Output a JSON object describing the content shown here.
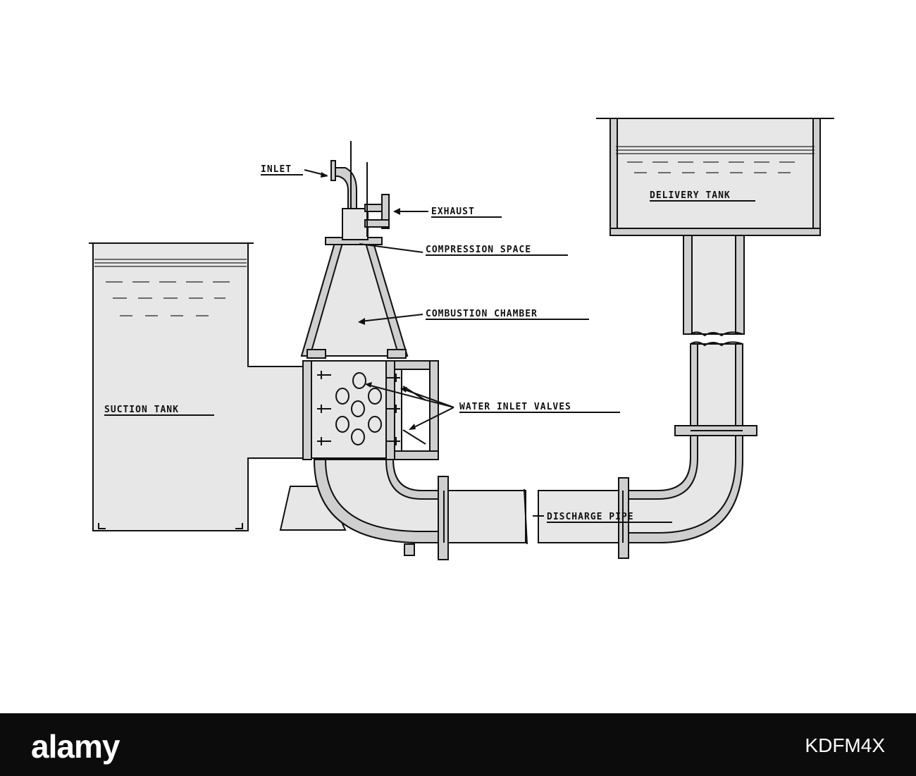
{
  "labels": {
    "inlet": "INLET",
    "exhaust": "EXHAUST",
    "compression_space": "COMPRESSION SPACE",
    "combustion_chamber": "COMBUSTION CHAMBER",
    "water_inlet_valves": "WATER INLET VALVES",
    "suction_tank": "SUCTION TANK",
    "delivery_tank": "DELIVERY TANK",
    "discharge_pipe": "DISCHARGE PIPE"
  },
  "watermark": {
    "brand": "alamy",
    "image_id": "KDFM4X"
  }
}
